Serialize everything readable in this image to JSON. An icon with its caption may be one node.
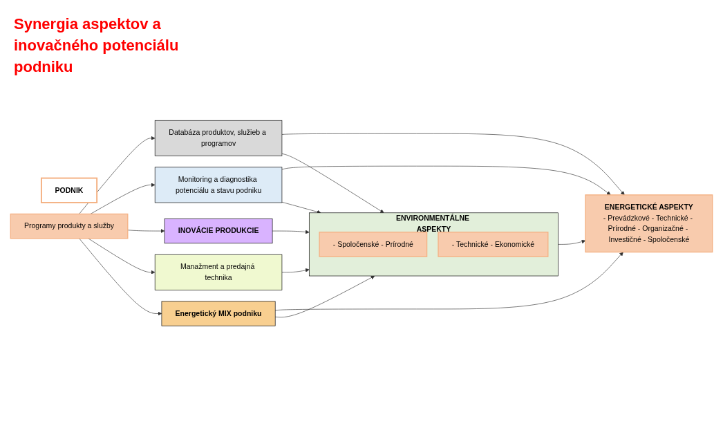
{
  "diagram": {
    "title": "Synergia aspektov a inovačného potenciálu podniku",
    "nodes": [
      {
        "text": [
          "PODNIK"
        ]
      },
      {
        "text": [
          "Programy produkty a služby"
        ]
      },
      {
        "text": [
          "Databáza produktov, služieb a programov"
        ]
      },
      {
        "text": [
          "Monitoring a diagnostika potenciálu a stavu podniku"
        ]
      },
      {
        "text": [
          "INOVÁCIE PRODUKCIE"
        ]
      },
      {
        "text": [
          "Manažment a predajná technika"
        ]
      },
      {
        "text": [
          "Energetický MIX podniku"
        ]
      },
      {
        "text": [
          "ENVIRONMENTÁLNE ASPEKTY"
        ]
      },
      {
        "text": [
          "- Spoločenské - Prírodné"
        ],
        "in": 7
      },
      {
        "text": [
          "- Technické - Ekonomické"
        ],
        "in": 7
      },
      {
        "text": [
          "ENERGETICKÉ ASPEKTY",
          "- Prevádzkové - Technické - Prírodné - Organizačné - Investičné - Spoločenské"
        ]
      }
    ],
    "edges": [
      {
        "from": 1,
        "to": 2,
        "arrow": "to"
      },
      {
        "from": 1,
        "to": 3,
        "arrow": "to"
      },
      {
        "from": 1,
        "to": 4,
        "arrow": "to"
      },
      {
        "from": 1,
        "to": 5,
        "arrow": "to"
      },
      {
        "from": 1,
        "to": 6,
        "arrow": "to"
      },
      {
        "from": 2,
        "to": 7,
        "arrow": "to"
      },
      {
        "from": 2,
        "to": 10,
        "arrow": "to"
      },
      {
        "from": 3,
        "to": 7,
        "arrow": "to"
      },
      {
        "from": 3,
        "to": 10,
        "arrow": "to"
      },
      {
        "from": 4,
        "to": 7,
        "arrow": "to"
      },
      {
        "from": 7,
        "to": 10,
        "arrow": "to"
      },
      {
        "from": 5,
        "to": 7,
        "arrow": "to"
      },
      {
        "from": 6,
        "to": 7,
        "arrow": "to"
      },
      {
        "from": 6,
        "to": 10,
        "arrow": "to"
      }
    ]
  }
}
